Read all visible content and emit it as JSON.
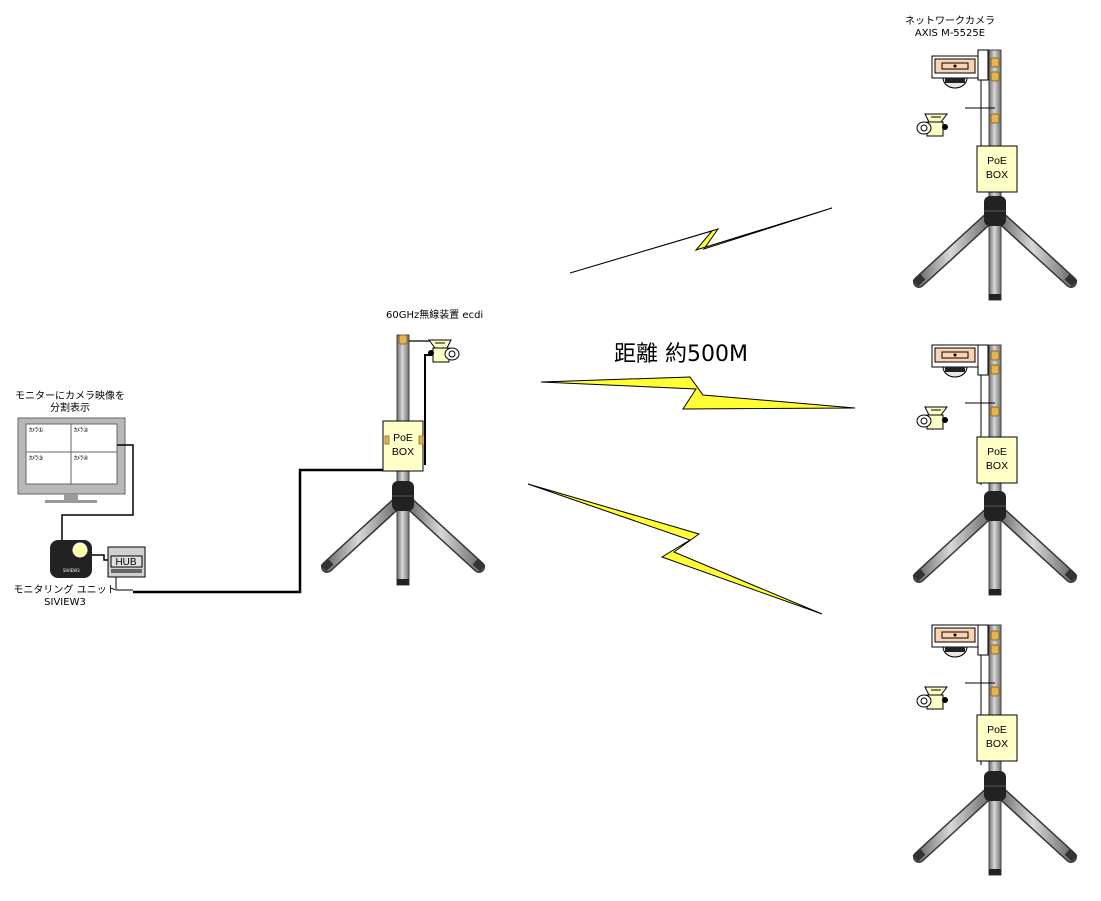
{
  "monitor": {
    "caption_line1": "モニターにカメラ映像を",
    "caption_line2": "分割表示",
    "panes": [
      "ｶﾒﾗ①",
      "ｶﾒﾗ②",
      "ｶﾒﾗ③",
      "ｶﾒﾗ④"
    ]
  },
  "monitoring_unit": {
    "label_line1": "モニタリング ユニット",
    "label_line2": "SIVIEW3",
    "brand": "SIVIEW3"
  },
  "hub": {
    "label": "HUB"
  },
  "base_station": {
    "label": "60GHz無線装置 ecdi"
  },
  "poe_box": {
    "line1": "PoE",
    "line2": "BOX"
  },
  "camera": {
    "label_line1": "ネットワークカメラ",
    "label_line2": "AXIS M-5525E"
  },
  "distance": {
    "label": "距離 約500M"
  },
  "colors": {
    "lightning": "#ffff33",
    "box_fill": "#ffffc8",
    "camera_body": "#fbd3b4",
    "pole": "#a0a0a0",
    "connector": "#e6b450"
  }
}
